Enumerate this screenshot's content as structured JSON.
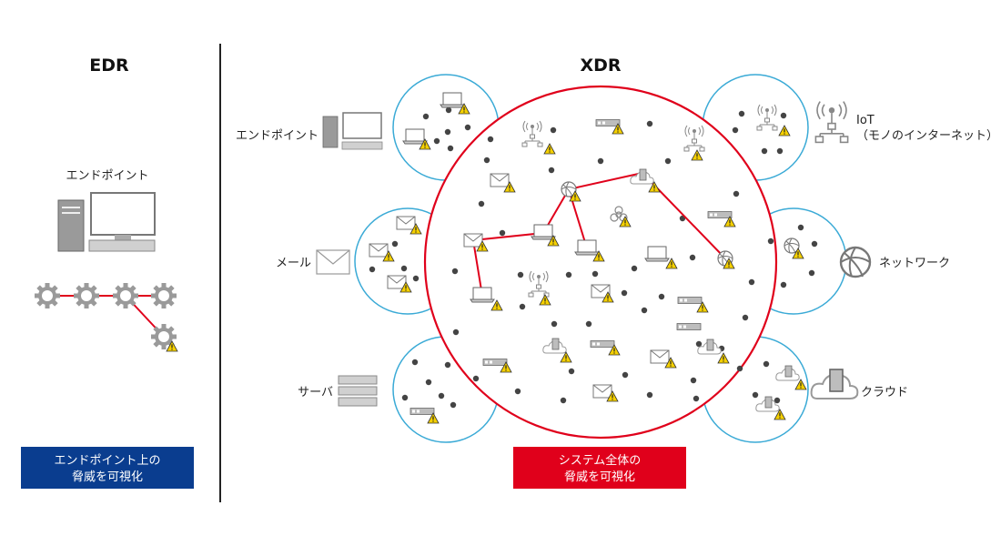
{
  "edr": {
    "title": "EDR",
    "endpoint_label": "エンドポイント",
    "caption_line1": "エンドポイント上の",
    "caption_line2": "脅威を可視化",
    "caption_color": "#0a3d8f"
  },
  "xdr": {
    "title": "XDR",
    "caption_line1": "システム全体の",
    "caption_line2": "脅威を可視化",
    "caption_color": "#e0001b"
  },
  "sources": {
    "endpoint": "エンドポイント",
    "mail": "メール",
    "server": "サーバ",
    "iot_line1": "IoT",
    "iot_line2": "（モノのインターネット）",
    "network": "ネットワーク",
    "cloud": "クラウド"
  },
  "colors": {
    "circle_outline": "#3aaad6",
    "central_outline": "#e0001b",
    "link": "#e0001b",
    "dot": "#444444",
    "warning": "#f5d000",
    "gear": "#9a9a9a"
  },
  "icons": [
    "desktop-icon",
    "laptop-icon",
    "envelope-icon",
    "server-icon",
    "iot-antenna-icon",
    "globe-icon",
    "cloud-server-icon",
    "gear-icon",
    "warning-icon",
    "biohazard-icon"
  ]
}
